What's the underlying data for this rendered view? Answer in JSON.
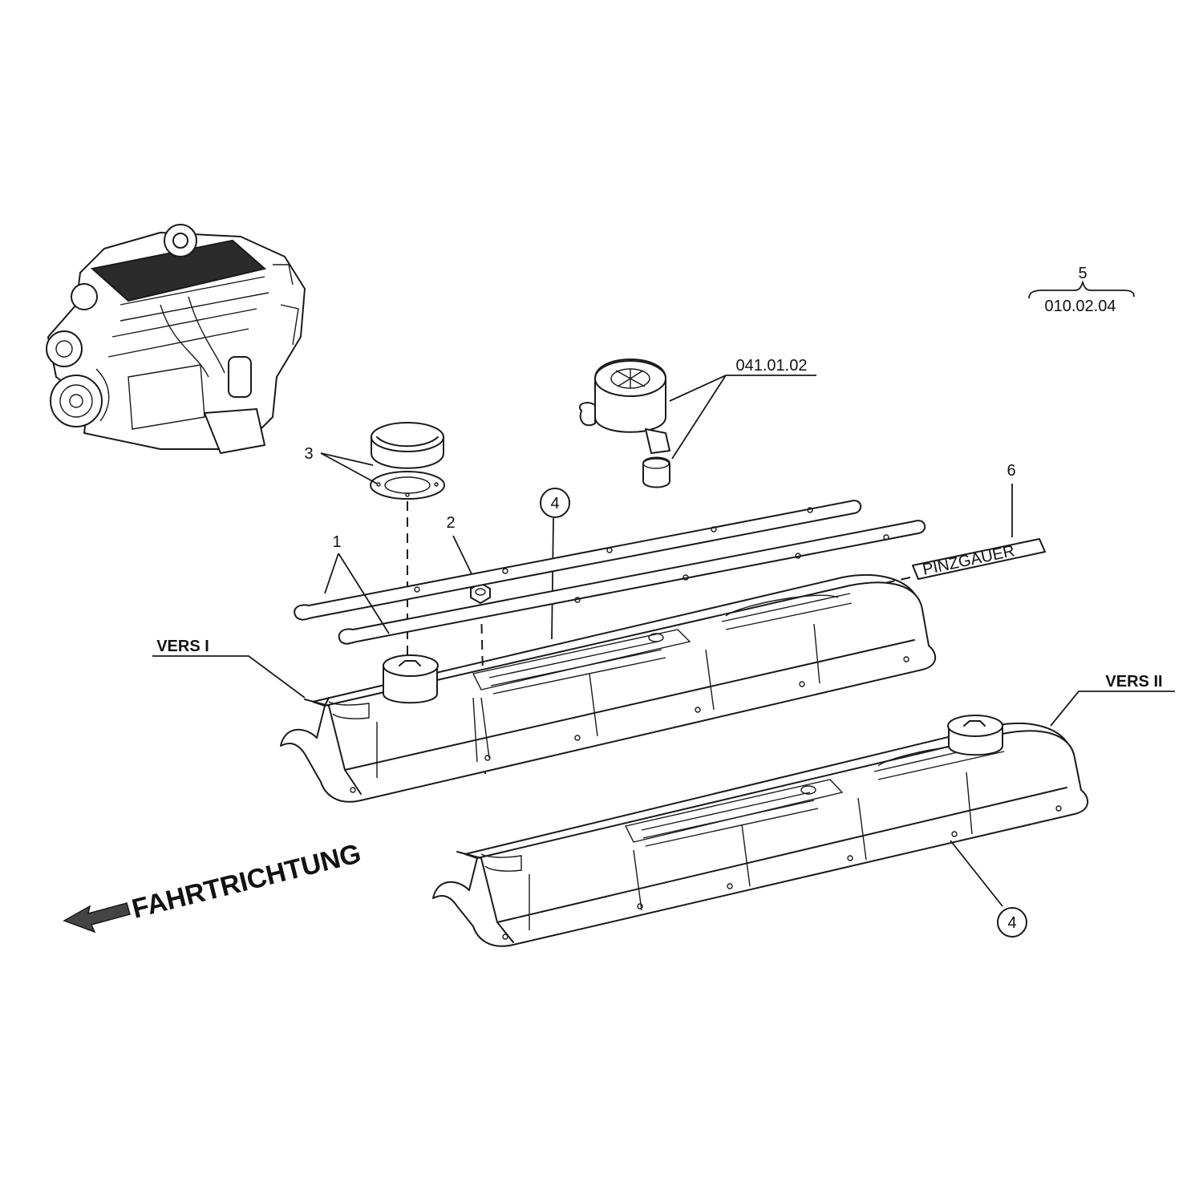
{
  "labels": {
    "item1": "1",
    "item2": "2",
    "item3": "3",
    "item4_top": "4",
    "item4_bottom": "4",
    "item5": "5",
    "item6": "6",
    "ref_041": "041.01.02",
    "ref_010": "010.02.04",
    "vers1": "VERS I",
    "vers2": "VERS II",
    "direction": "FAHRTRICHTUNG",
    "nameplate_text": "PINZGAUER"
  },
  "colors": {
    "engine_cover_highlight": "#2b2b2b",
    "line": "#1a1a1a",
    "arrow": "#444444"
  }
}
